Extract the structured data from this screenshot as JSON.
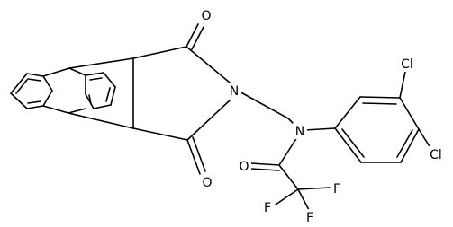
{
  "molecule": {
    "atoms": {
      "o_top": "O",
      "o_bottom": "O",
      "n_imide": "N",
      "n_amide": "N",
      "o_amide": "O",
      "cl_meta": "Cl",
      "cl_para": "Cl",
      "f_left": "F",
      "f_bottom": "F",
      "f_right": "F"
    }
  }
}
